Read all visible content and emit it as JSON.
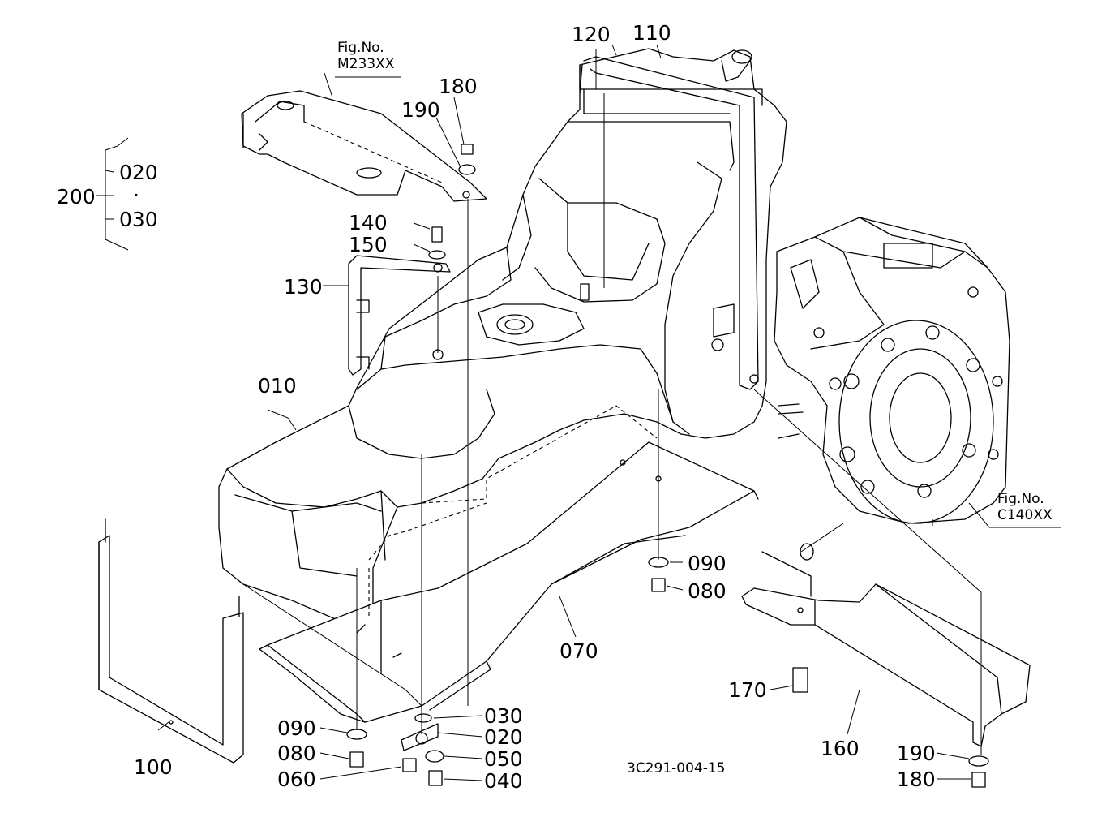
{
  "labels": {
    "p010": "010",
    "p020": "020",
    "p030": "030",
    "p040": "040",
    "p050": "050",
    "p060": "060",
    "p070": "070",
    "p080a": "080",
    "p080b": "080",
    "p090a": "090",
    "p090b": "090",
    "p100": "100",
    "p110": "110",
    "p120": "120",
    "p130": "130",
    "p140": "140",
    "p150": "150",
    "p160": "160",
    "p170": "170",
    "p180a": "180",
    "p180b": "180",
    "p190a": "190",
    "p190b": "190",
    "p200": "200",
    "group_020": "020",
    "group_sep": "·",
    "group_030": "030"
  },
  "fig_refs": {
    "top": {
      "line1": "Fig.No.",
      "line2": "M233XX"
    },
    "right": {
      "line1": "Fig.No.",
      "line2": "C140XX"
    }
  },
  "drawing_code": "3C291-004-15"
}
